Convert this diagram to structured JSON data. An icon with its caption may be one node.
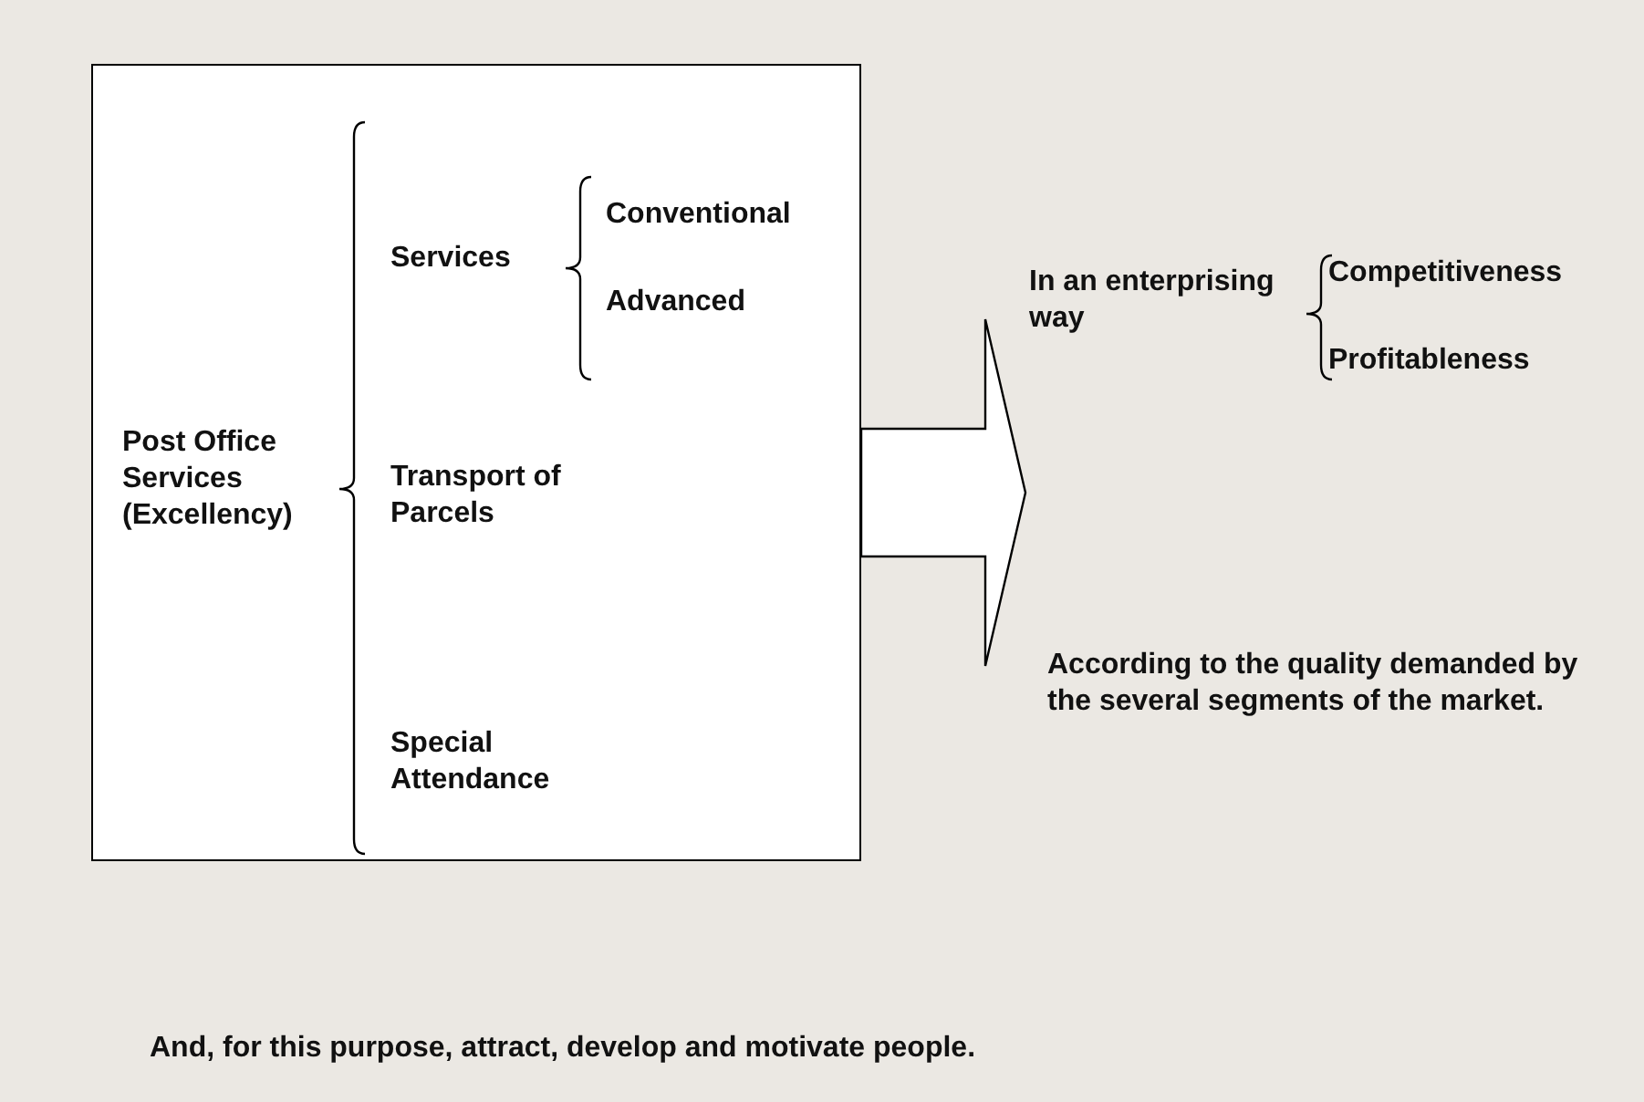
{
  "diagram": {
    "nodes": [
      {
        "text": [],
        "shape": "box"
      },
      {
        "text": [
          "In an enterprising way"
        ]
      }
    ],
    "edges": [
      {
        "from": 0,
        "to": 1,
        "arrow": "to"
      }
    ],
    "labels": [
      "Post Office Services (Excellency)",
      "Services",
      "Conventional",
      "Advanced",
      "Transport of Parcels",
      "Special Attendance",
      "Competitiveness",
      "Profitableness",
      "According to the quality demanded by the several segments of the market.",
      "And, for this purpose, attract, develop and motivate people."
    ]
  }
}
